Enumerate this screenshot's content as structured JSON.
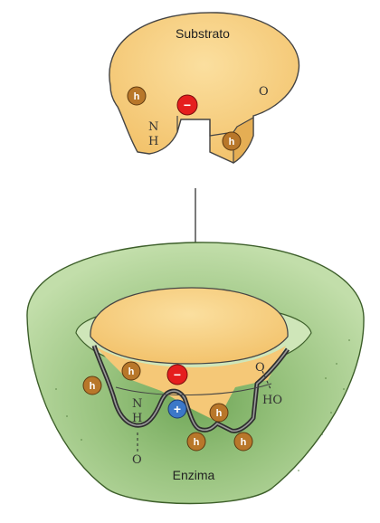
{
  "labels": {
    "substrate": "Substrato",
    "enzyme": "Enzima",
    "substrate_nh_n": "N",
    "substrate_nh_h": "H",
    "substrate_o": "O",
    "enzyme_nh_n": "N",
    "enzyme_nh_h": "H",
    "enzyme_o_bottom": "O",
    "enzyme_o_top": "O",
    "enzyme_ho": "HO"
  },
  "badges": {
    "hydrophobic": "h",
    "negative": "−",
    "positive": "+"
  },
  "colors": {
    "substrate_fill": "#f7cf7f",
    "enzyme_fill": "#b6d69a",
    "enzyme_shade": "#8fbc74",
    "hydrophobic": "#b8772a",
    "negative": "#e51e1e",
    "positive": "#3c78c8",
    "outline": "#333333"
  }
}
